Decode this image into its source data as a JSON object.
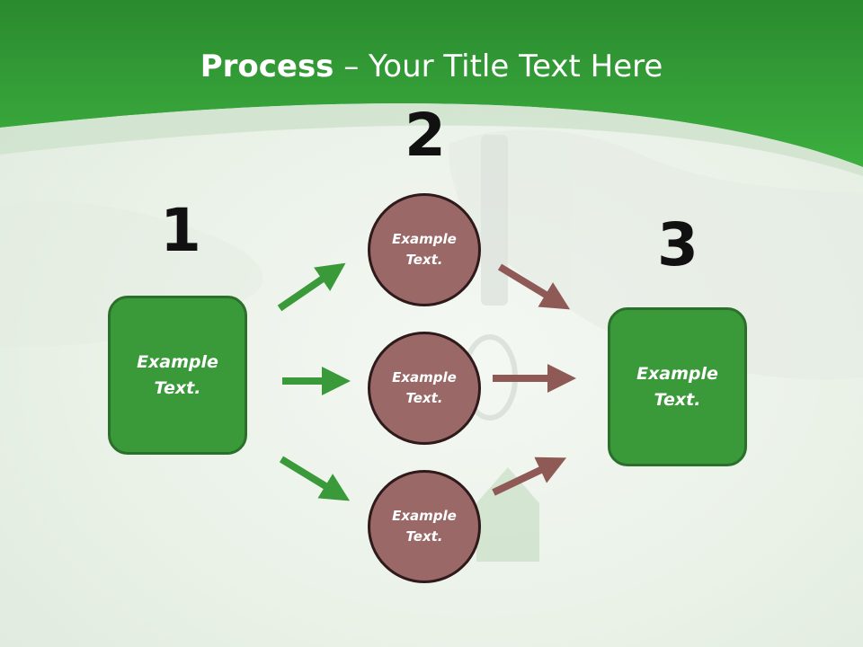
{
  "title": {
    "bold": "Process",
    "rest": " – Your Title Text Here"
  },
  "steps": [
    {
      "number": "1",
      "text": "Example\nText."
    },
    {
      "number": "2",
      "items": [
        "Example\nText.",
        "Example\nText.",
        "Example\nText."
      ]
    },
    {
      "number": "3",
      "text": "Example\nText."
    }
  ],
  "colors": {
    "banner": "#33a038",
    "box_fill": "#3a9a3a",
    "circle_fill": "#9a6866",
    "arrow_green": "#3a9a3a",
    "arrow_brown": "#8f5a56"
  }
}
